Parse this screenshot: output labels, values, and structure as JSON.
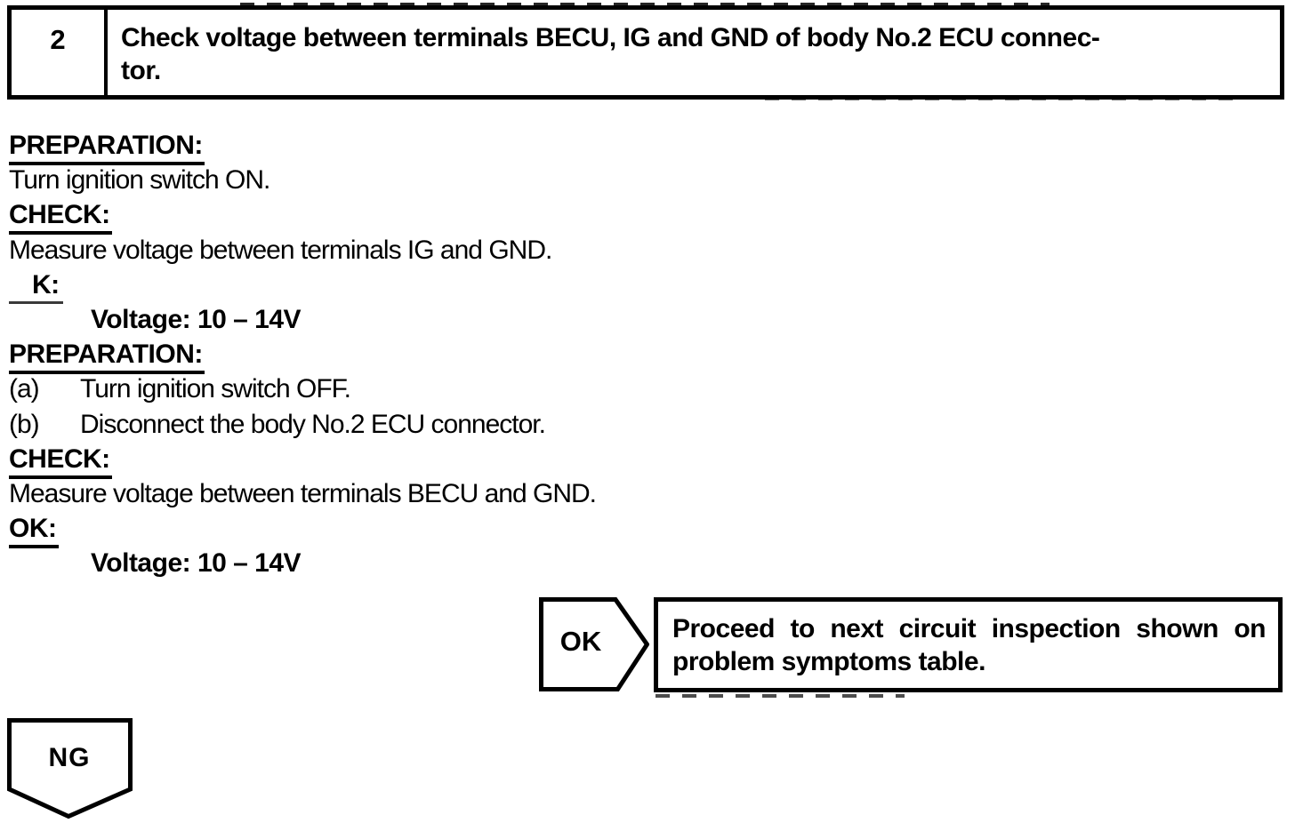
{
  "step": {
    "number": "2",
    "title_line1": "Check voltage between terminals BECU, IG and GND of body No.2 ECU connec-",
    "title_line2": "tor."
  },
  "procedure": {
    "lines": [
      {
        "type": "heading",
        "text": "PREPARATION:"
      },
      {
        "type": "plain",
        "text": "Turn ignition switch ON."
      },
      {
        "type": "heading",
        "text": "CHECK:"
      },
      {
        "type": "plain",
        "text": "Measure voltage between terminals IG and GND."
      },
      {
        "type": "heading-faded",
        "text": "K:"
      },
      {
        "type": "spec",
        "text": "Voltage: 10 – 14V"
      },
      {
        "type": "heading",
        "text": "PREPARATION:"
      },
      {
        "type": "item",
        "marker": "(a)",
        "text": "Turn ignition switch OFF."
      },
      {
        "type": "item",
        "marker": "(b)",
        "text": "Disconnect the body No.2 ECU connector."
      },
      {
        "type": "heading",
        "text": "CHECK:"
      },
      {
        "type": "plain",
        "text": "Measure voltage between terminals BECU and GND."
      },
      {
        "type": "heading",
        "text": "OK:"
      },
      {
        "type": "spec",
        "text": "Voltage: 10 – 14V"
      }
    ]
  },
  "ok_flow": {
    "label": "OK",
    "result_line1": "Proceed to next circuit inspection shown on",
    "result_line2": "problem symptoms table."
  },
  "ng_flow": {
    "label": "NG"
  },
  "colors": {
    "ink": "#000000",
    "paper": "#ffffff"
  }
}
